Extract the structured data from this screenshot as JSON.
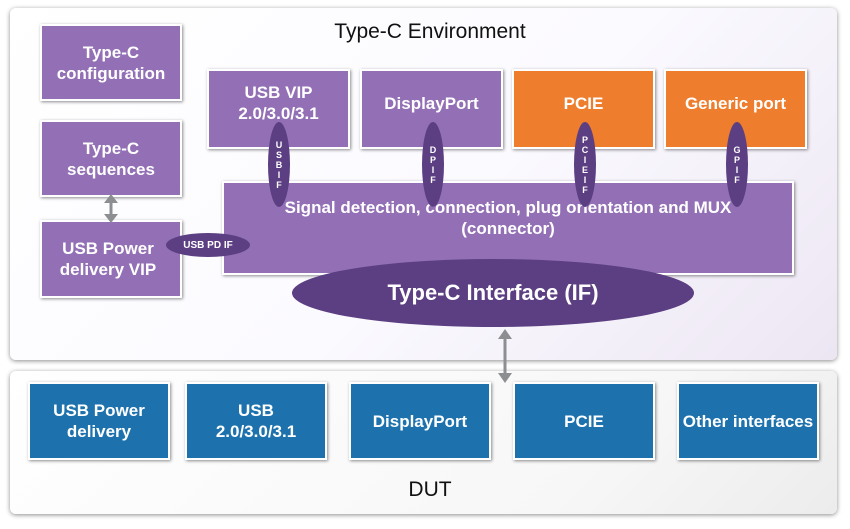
{
  "environment": {
    "title": "Type-C Environment",
    "left_boxes": {
      "config": "Type-C configuration",
      "sequences": "Type-C sequences",
      "power_vip": "USB Power delivery VIP"
    },
    "vip_boxes": {
      "usb_vip_line1": "USB VIP",
      "usb_vip_line2": "2.0/3.0/3.1",
      "displayport": "DisplayPort",
      "pcie": "PCIE",
      "generic": "Generic port"
    },
    "interfaces": {
      "usbif": "U\nS\nB\nI\nF",
      "dpif": "D\nP\nI\nF",
      "pcieif": "P\nC\nI\nE\nI\nF",
      "gpif": "G\nP\nI\nF",
      "usb_pd_if": "USB PD IF"
    },
    "signal_box_line1": "Signal detection, connection, plug orientation and MUX",
    "signal_box_line2": "(connector)",
    "typec_interface": "Type-C Interface (IF)"
  },
  "dut": {
    "title": "DUT",
    "boxes": {
      "usb_power": "USB Power delivery",
      "usb_line1": "USB",
      "usb_line2": "2.0/3.0/3.1",
      "displayport": "DisplayPort",
      "pcie": "PCIE",
      "other": "Other interfaces"
    }
  },
  "colors": {
    "vip_purple": "#9370b5",
    "interface_dark_purple": "#5c3f82",
    "port_orange": "#ee7d2d",
    "dut_blue": "#1d72ad",
    "arrow_gray": "#8d8e92"
  }
}
